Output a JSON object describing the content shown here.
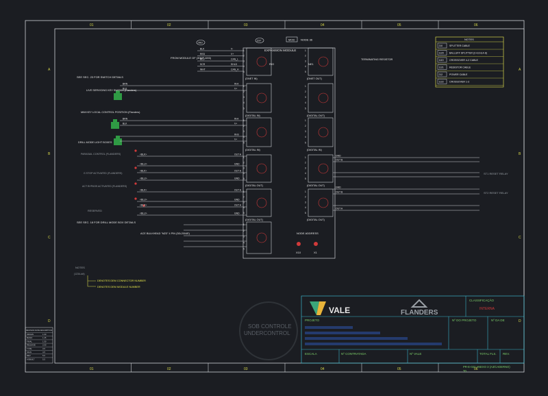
{
  "colors": {
    "background": "#1b1d22",
    "frame": "#cfd2d6",
    "grid_label": "#d8d84a",
    "wire": "#cfd2d6",
    "text_white": "#e8e8e8",
    "text_yellow": "#e6e64a",
    "text_green": "#7dcf6a",
    "connector_red": "#d23a3a",
    "cyan": "#3ab6c9",
    "vale_green": "#3aa67a",
    "vale_yellow": "#e8b43a",
    "logo_grey": "#9aa0a6",
    "watermark": "#5a5f66"
  },
  "grid": {
    "columns": [
      "01",
      "02",
      "03",
      "04",
      "05",
      "06"
    ],
    "rows": [
      "A",
      "B",
      "C",
      "D"
    ]
  },
  "notes_table": {
    "title": "NOTES",
    "items": [
      {
        "code": "210",
        "label": "SPLITTER CABLE"
      },
      {
        "code": "1120",
        "label": "BALLUFF SPLITTER (2-4,6-8,4-8)"
      },
      {
        "code": "1119",
        "label": "CROSSOVER 4-2 CABLE"
      },
      {
        "code": "1121",
        "label": "RESISTOR CABLE"
      },
      {
        "code": "212",
        "label": "POWER CABLE"
      },
      {
        "code": "1122",
        "label": "CROSSOVER 1-3"
      }
    ]
  },
  "labels": {
    "from_module": "FROM MODULE OF (30MF-6X6)",
    "expansion_module": "EXPANSION MODULE",
    "node_tag": "NODE 36",
    "module_tag": "MOD",
    "mod_num": "237",
    "rio": "RIO",
    "ne1": "NE1",
    "terminating_resistor": "TERMINATING RESISTOR",
    "dnet_in": "(DNET IN)",
    "dnet_out": "(DNET OUT)",
    "digital_in": "(DIGITAL IN)",
    "digital_out": "(DIGITAL OUT)",
    "see_sec_top": "SEE SEC. 23 FOR SWITCH DETAILS",
    "see_sec_bottom": "SEE SEC. 18 FOR DRILL MODE BOX DETAILS",
    "live_servicing": "LIVE SERVICING KEY SWITCH (Flanders)",
    "mim_key": "MIM KEY LOCAL CONTROL POSITION (Flanders)",
    "drill_mode": "DRILL MODE LIGHT BOXES",
    "parasail": "PARASAIL CONTROL (FLANDERS)",
    "g_stop": "G STOP ACTIVATED (FLANDERS)",
    "act_bypass": "ACT BYPASS ACTIVATED (FLANDERS)",
    "reserved": "RESERVED",
    "ace_bulkhead": "ACE BULKHEAD \"M23\" 4 PIN (30L2004E)",
    "node_address": "NODE ADDRESS",
    "x10": "X10",
    "x1": "X1",
    "st1_reset": "ST1 RESET RELAY",
    "st2_reset": "ST2 RESET RELAY",
    "notes": "NOTES",
    "note1": "DENOTES DEM CONNECTOR NUMBER",
    "note2": "DENOTES DEM MODULE NUMBER",
    "watermark1": "SOB CONTROLE",
    "watermark2": "UNDERCONTROL"
  },
  "title_block": {
    "vale": "VALE",
    "flanders": "FLANDERS",
    "classificacao": "CLASSIFICAÇÃO",
    "classif_value": "INTERNA",
    "projeto": "PROJETO",
    "n_projeto": "Nº DO PROJETO",
    "n_de": "Nº DA DE",
    "escala": "ESCALA",
    "n_contratada": "Nº CONTRATADA",
    "n_vale": "Nº VALE",
    "total_fls": "TOTAL FLS.",
    "rev": "REV.",
    "bottom_ref": "PR-E-022 ANEXO 3 (A3/CADERNO)",
    "bottom_rev": "T0"
  },
  "revision_table": {
    "header": [
      "REVISION",
      "DATE",
      "DESCRIPTION"
    ],
    "rows": [
      [
        "ORIGIN",
        "1.00"
      ],
      [
        "BASIC",
        "1.25"
      ],
      [
        "FINAL",
        "1.50"
      ],
      [
        "RELEASE",
        "2.00"
      ],
      [
        "TYPE",
        "3.5"
      ],
      [
        "SIGN",
        "4.5"
      ],
      [
        "REV",
        "5.0"
      ],
      [
        "ASBUILT",
        "5.5"
      ]
    ]
  }
}
